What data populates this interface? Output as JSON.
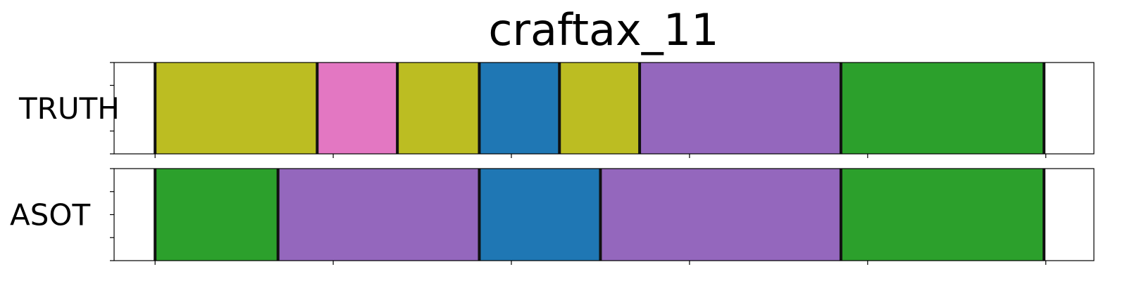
{
  "chart_data": {
    "type": "segmentation-timeline",
    "title": "craftax_11",
    "x_range": [
      -11.5,
      263.5
    ],
    "x_ticks": [
      0,
      50,
      100,
      150,
      200,
      250
    ],
    "y_ticks_per_row": 5,
    "boundary_color": "#111111",
    "rows": [
      {
        "name": "TRUTH",
        "segments": [
          {
            "start": 0,
            "end": 45.5,
            "color": "#bcbd22"
          },
          {
            "start": 45.5,
            "end": 68,
            "color": "#e377c2"
          },
          {
            "start": 68,
            "end": 91,
            "color": "#bcbd22"
          },
          {
            "start": 91,
            "end": 113.5,
            "color": "#1f77b4"
          },
          {
            "start": 113.5,
            "end": 136,
            "color": "#bcbd22"
          },
          {
            "start": 136,
            "end": 192.5,
            "color": "#9467bd"
          },
          {
            "start": 192.5,
            "end": 249.5,
            "color": "#2ca02c"
          }
        ]
      },
      {
        "name": "ASOT",
        "segments": [
          {
            "start": 0,
            "end": 34.5,
            "color": "#2ca02c"
          },
          {
            "start": 34.5,
            "end": 91,
            "color": "#9467bd"
          },
          {
            "start": 91,
            "end": 125,
            "color": "#1f77b4"
          },
          {
            "start": 125,
            "end": 192.5,
            "color": "#9467bd"
          },
          {
            "start": 192.5,
            "end": 249.5,
            "color": "#2ca02c"
          }
        ]
      }
    ]
  }
}
